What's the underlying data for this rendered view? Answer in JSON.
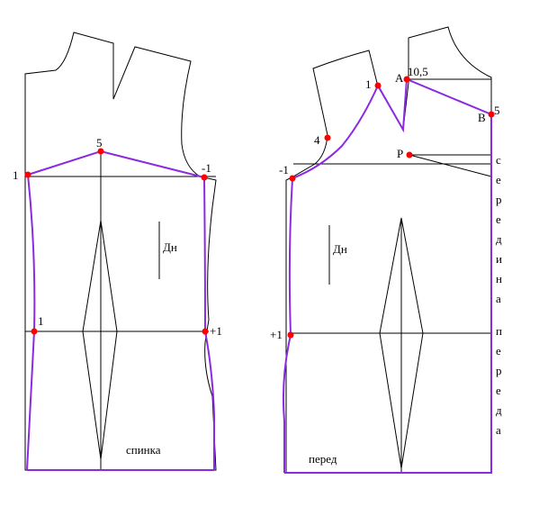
{
  "labels": {
    "back": {
      "pt_1_left": "1",
      "pt_5": "5",
      "pt_minus1": "-1",
      "pt_1_waist": "1",
      "pt_plus1": "+1",
      "dn": "Дн",
      "caption": "спинка"
    },
    "front": {
      "pt_1": "1",
      "pt_A": "А",
      "pt_10_5": "10,5",
      "pt_B": "В",
      "pt_5": "5",
      "pt_4": "4",
      "pt_P": "Р",
      "pt_minus1": "-1",
      "pt_plus1": "+1",
      "dn": "Дн",
      "caption": "перед"
    },
    "center_front": [
      "с",
      "е",
      "р",
      "е",
      "д",
      "и",
      "н",
      "а",
      " ",
      "п",
      "е",
      "р",
      "е",
      "д",
      "а"
    ]
  },
  "colors": {
    "outline": "#000000",
    "highlight": "#8a2be2",
    "marker": "#ff0000"
  }
}
